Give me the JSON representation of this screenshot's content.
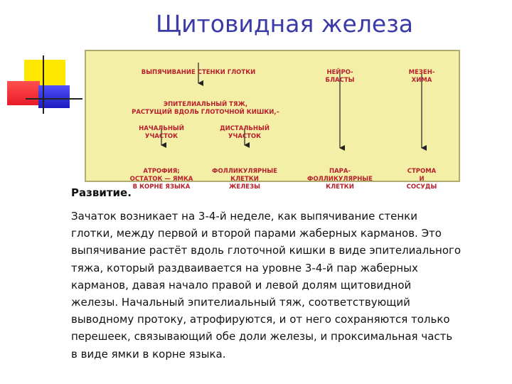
{
  "title": "Щитовидная железа",
  "diagram": {
    "node_pharynx": "ВЫПЯЧИВАНИЕ СТЕНКИ ГЛОТКИ",
    "node_neuro": [
      "НЕЙРО-",
      "БЛАСТЫ"
    ],
    "node_mesen": [
      "МЕЗЕН-",
      "ХИМА"
    ],
    "node_strand": [
      "ЭПИТЕЛИАЛЬНЫЙ ТЯЖ,",
      "РАСТУЩИЙ ВДОЛЬ ГЛОТОЧНОЙ КИШКИ,–"
    ],
    "node_initial": [
      "НАЧАЛЬНЫЙ",
      "УЧАСТОК"
    ],
    "node_distal": [
      "ДИСТАЛЬНЫЙ",
      "УЧАСТОК"
    ],
    "node_atrophy": [
      "АТРОФИЯ;",
      "ОСТАТОК — ЯМКА",
      "В КОРНЕ ЯЗЫКА"
    ],
    "node_follicular": [
      "ФОЛЛИКУЛЯРНЫЕ",
      "КЛЕТКИ",
      "ЖЕЛЕЗЫ"
    ],
    "node_parafollicular": [
      "ПАРА-",
      "ФОЛЛИКУЛЯРНЫЕ",
      "КЛЕТКИ"
    ],
    "node_stroma": [
      "СТРОМА",
      "И",
      "СОСУДЫ"
    ]
  },
  "section_heading": "Развитие.",
  "paragraph_lines": [
    "Зачаток  возникает на 3-4-й  неделе, как  выпячивание  стенки",
    "глотки,  между  первой  и  второй  парами  жаберных  карманов. Это",
    "выпячивание растёт вдоль глоточной  кишки  в  виде  эпителиального",
    "тяжа,  который раздваивается  на  уровне  3-4-й  пар  жаберных",
    "карманов,  давая  начало  правой  и  левой  долям  щитовидной",
    "железы. Начальный  эпителиальный  тяж,  соответствующий",
    "выводному  протоку,  атрофируются,  и  от  него сохраняются только",
    "перешеек,  связывающий  обе  доли  железы, и  проксимальная  часть",
    "в  виде  ямки  в  корне  языка."
  ],
  "colors": {
    "title": "#3a3aa8",
    "diagram_bg": "#f3efa6",
    "diagram_text": "#b8202e"
  }
}
